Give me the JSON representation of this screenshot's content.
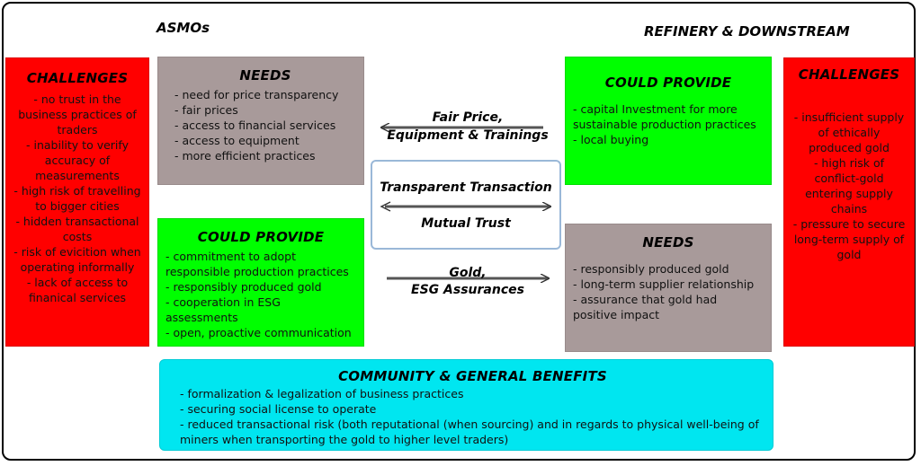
{
  "headers": {
    "left": "ASMOs",
    "right": "REFINERY & DOWNSTREAM"
  },
  "asmo_challenges": {
    "title": "CHALLENGES",
    "items": [
      "- no trust in the business practices of traders",
      "- inability to verify accuracy of measurements",
      "- high risk of travelling to bigger cities",
      "- hidden transactional costs",
      "- risk of evicition when operating informally",
      "- lack of access to finanical services"
    ]
  },
  "asmo_needs": {
    "title": "NEEDS",
    "items": [
      "- need for price transparency",
      "- fair prices",
      "- access to financial services",
      "- access to equipment",
      "- more efficient practices"
    ]
  },
  "asmo_provide": {
    "title": "COULD PROVIDE",
    "items": [
      "- commitment to adopt responsible production practices",
      "- responsibly produced gold",
      "- cooperation in ESG assessments",
      "- open, proactive communication"
    ]
  },
  "refinery_provide": {
    "title": "COULD PROVIDE",
    "items": [
      "- capital Investment for more sustainable production practices",
      "- local buying"
    ]
  },
  "refinery_needs": {
    "title": "NEEDS",
    "items": [
      "- responsibly produced gold",
      "- long-term supplier relationship",
      "- assurance that gold had positive impact"
    ]
  },
  "refinery_challenges": {
    "title": "CHALLENGES",
    "items": [
      "- insufficient supply of ethically produced gold",
      "- high risk of conflict-gold entering supply chains",
      "- pressure to secure long-term supply of gold"
    ]
  },
  "flows": {
    "top_line1": "Fair Price,",
    "top_line2": "Equipment & Trainings",
    "middle_line1": "Transparent Transaction",
    "middle_line2": "Mutual Trust",
    "bottom_line1": "Gold,",
    "bottom_line2": "ESG Assurances"
  },
  "community": {
    "title": "COMMUNITY & GENERAL BENEFITS",
    "items": [
      "- formalization & legalization of business practices",
      "- securing social license to operate",
      "- reduced transactional risk (both reputational (when sourcing) and in regards to physical well-being of miners when transporting the gold to higher level traders)"
    ]
  },
  "colors": {
    "challenges": "#ff0000",
    "needs": "#a89a9a",
    "provide": "#00ff00",
    "community": "#00e6f0",
    "transaction_border": "#9ab8d8"
  }
}
